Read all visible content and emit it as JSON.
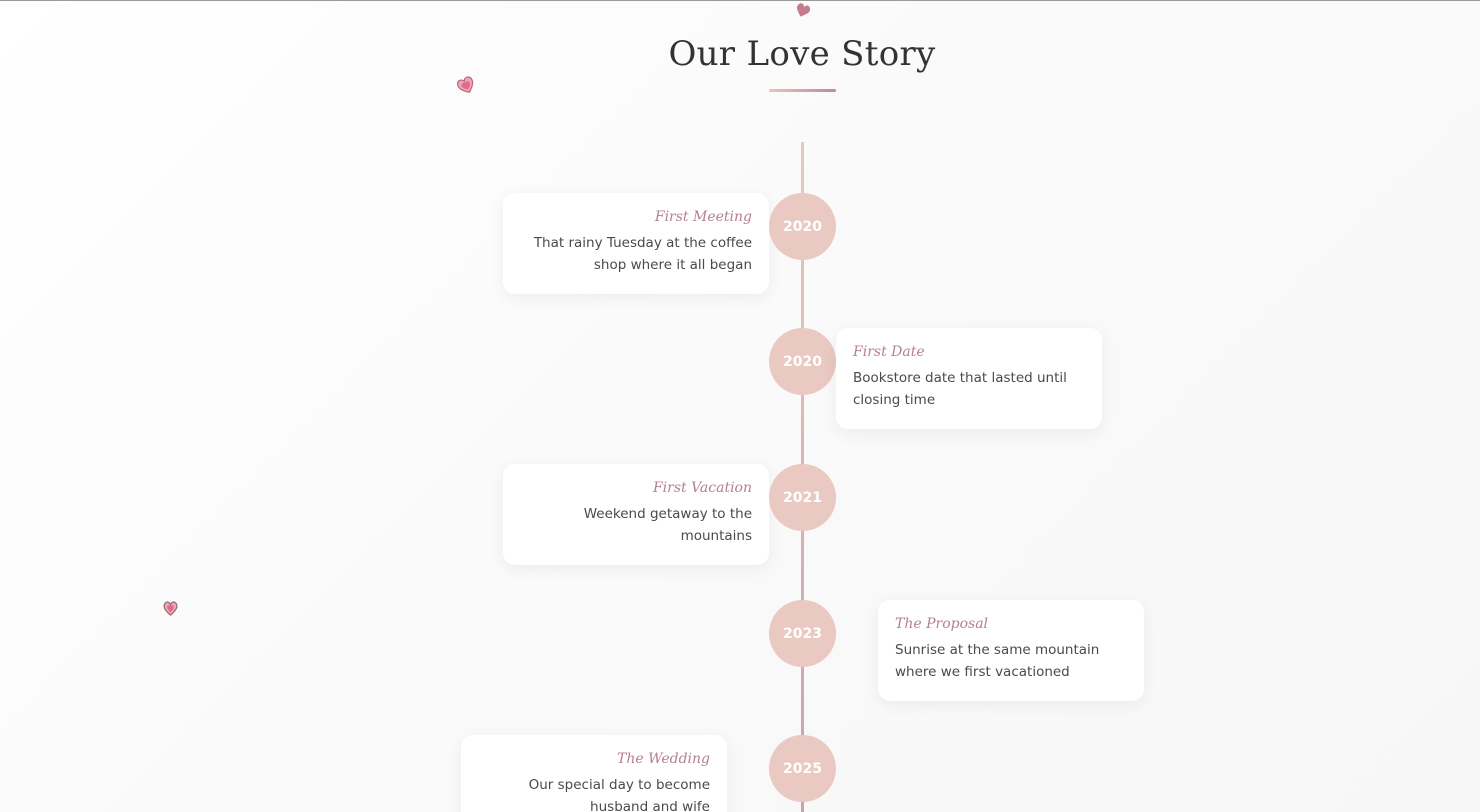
{
  "section": {
    "title": "Our Love Story"
  },
  "timeline": [
    {
      "year": "2020",
      "title": "First Meeting",
      "text": "That rainy Tuesday at the coffee shop where it all began",
      "side": "left"
    },
    {
      "year": "2020",
      "title": "First Date",
      "text": "Bookstore date that lasted until closing time",
      "side": "right"
    },
    {
      "year": "2021",
      "title": "First Vacation",
      "text": "Weekend getaway to the mountains",
      "side": "left"
    },
    {
      "year": "2023",
      "title": "The Proposal",
      "text": "Sunrise at the same mountain where we first vacationed",
      "side": "right"
    },
    {
      "year": "2025",
      "title": "The Wedding",
      "text": "Our special day to become husband and wife",
      "side": "left"
    }
  ],
  "colors": {
    "accent": "#b5808f",
    "circle": "#e9c9c2",
    "line": "#d8b3b3"
  },
  "decorations": [
    "floating-heart-icon",
    "floating-heart-icon",
    "floating-heart-icon",
    "floating-heart-icon"
  ]
}
